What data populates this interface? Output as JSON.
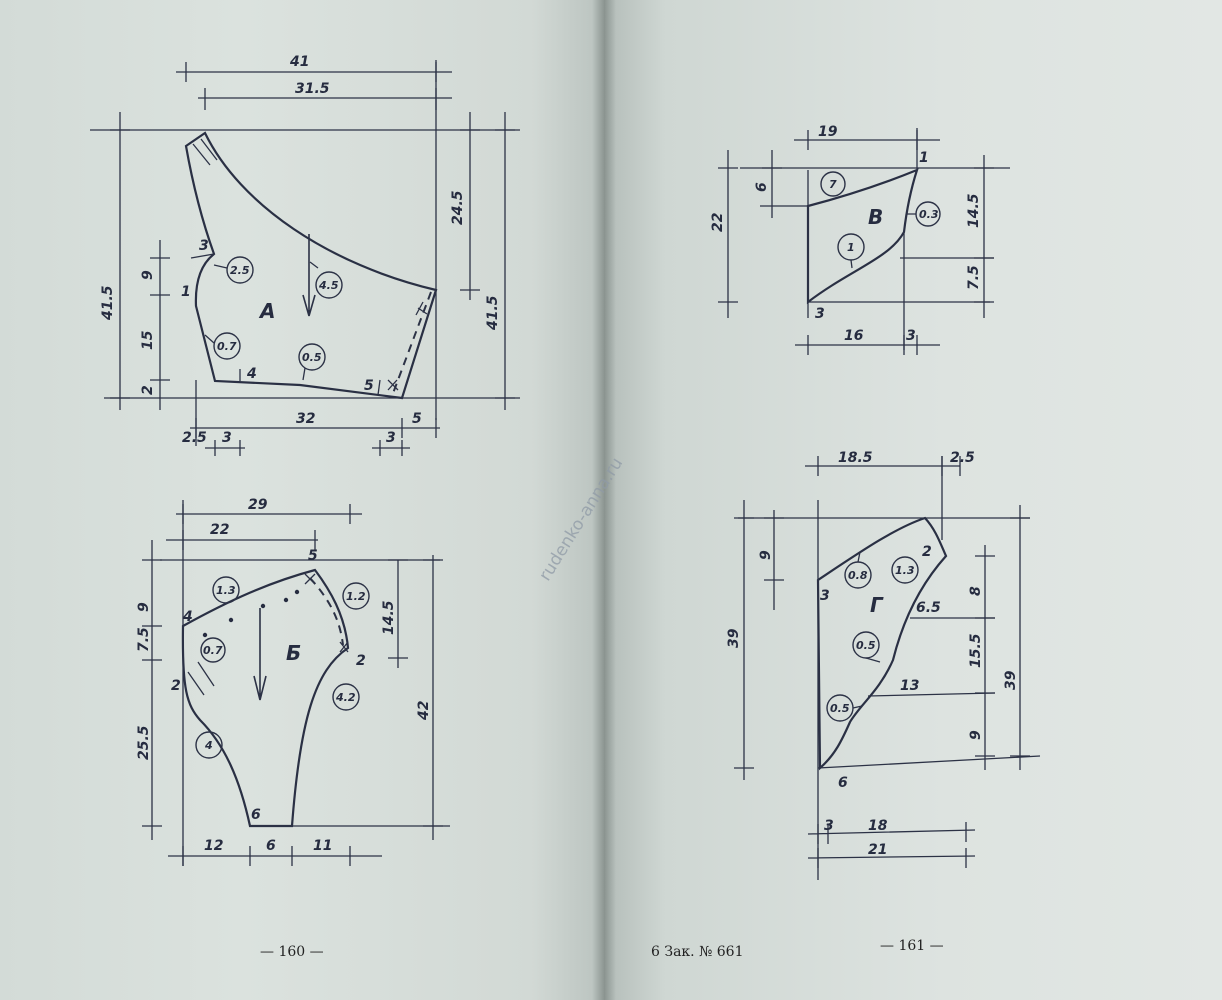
{
  "page_left_number": "— 160 —",
  "page_right_number": "— 161 —",
  "printer_mark": "6 Зак. № 661",
  "watermark": "rudenko-anna.ru",
  "pattern_A": {
    "label": "А",
    "dims": [
      "41",
      "31.5",
      "41.5",
      "24.5",
      "41.5",
      "9",
      "15",
      "2",
      "32",
      "5",
      "2.5",
      "3",
      "3"
    ],
    "points": [
      "3",
      "1",
      "4",
      "5"
    ],
    "radii": [
      "2.5",
      "4.5",
      "0.7",
      "0.5"
    ]
  },
  "pattern_B": {
    "label": "Б",
    "dims": [
      "29",
      "22",
      "9",
      "7.5",
      "25.5",
      "14.5",
      "42",
      "12",
      "6",
      "11"
    ],
    "points": [
      "5",
      "4",
      "2",
      "2",
      "6"
    ],
    "radii": [
      "1.3",
      "1.2",
      "0.7",
      "4.2",
      "4"
    ]
  },
  "pattern_V": {
    "label": "В",
    "dims": [
      "19",
      "22",
      "6",
      "14.5",
      "7.5",
      "16",
      "3"
    ],
    "points": [
      "1",
      "3"
    ],
    "radii": [
      "7",
      "0.3",
      "1"
    ]
  },
  "pattern_G": {
    "label": "Г",
    "dims": [
      "18.5",
      "2.5",
      "9",
      "39",
      "8",
      "15.5",
      "39",
      "9",
      "6.5",
      "13",
      "3",
      "18",
      "21"
    ],
    "points": [
      "2",
      "3",
      "6"
    ],
    "radii": [
      "0.8",
      "1.3",
      "0.5",
      "0.5"
    ]
  }
}
